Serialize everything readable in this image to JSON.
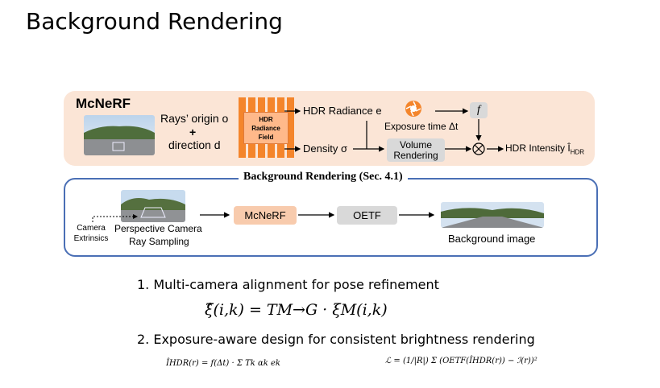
{
  "title": "Background Rendering",
  "mcnerf_panel": {
    "label": "McNeRF",
    "ray_origin": "Rays’ origin o",
    "plus": "+",
    "ray_direction": "direction d",
    "hdr_field": [
      "HDR",
      "Radiance",
      "Field"
    ],
    "hdr_radiance": "HDR Radiance e",
    "density": "Density σ",
    "exposure_time": "Exposure time Δt",
    "f_label": "f",
    "volume_rendering": [
      "Volume",
      "Rendering"
    ],
    "multiply": "⊗",
    "hdr_intensity": "HDR Intensity Î"
  },
  "bg_panel": {
    "section_label": "Background Rendering (Sec. 4.1)",
    "camera_extrinsics": [
      "Camera",
      "Extrinsics"
    ],
    "perspective_camera": "Perspective Camera",
    "ray_sampling": "Ray Sampling",
    "mcnerf_box": "McNeRF",
    "oetf_box": "OETF",
    "background_image": "Background image"
  },
  "list": {
    "item1": "1.  Multi-camera alignment for pose refinement",
    "eq1": "ξ̂(i,k) = TM→G · ξM(i,k)",
    "item2": "2.  Exposure-aware design for consistent brightness rendering",
    "eq2a": "ÎHDR(r) = f(Δt) · Σ Tk αk ek",
    "eq2b": "ℒ = (1/|R|) Σ (OETF(ÎHDR(r)) − ℐ(r))²"
  },
  "colors": {
    "panel_bg": "#fbe5d6",
    "orange": "#f4852b",
    "blue_border": "#4a6fb5"
  }
}
